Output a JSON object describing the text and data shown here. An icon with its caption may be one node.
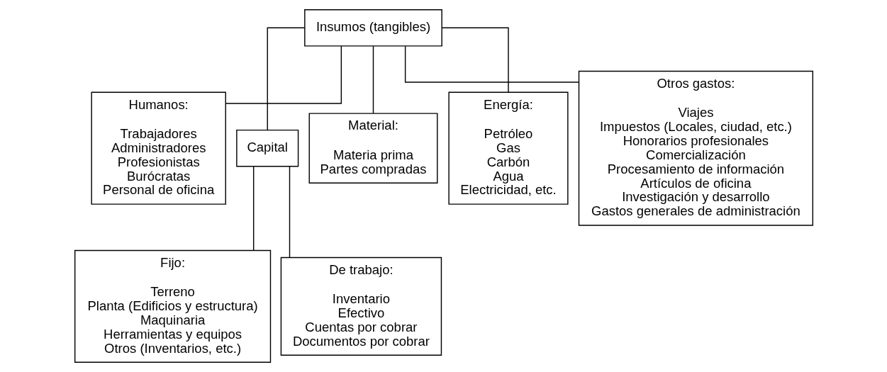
{
  "diagram": {
    "nodes": [
      {
        "text": [
          "Insumos (tangibles)"
        ]
      },
      {
        "text": [
          "Humanos:",
          "Trabajadores",
          "Administradores",
          "Profesionistas",
          "Burócratas",
          "Personal de oficina"
        ]
      },
      {
        "text": [
          "Capital"
        ]
      },
      {
        "text": [
          "Fijo:",
          "Terreno",
          "Planta (Edificios y estructura)",
          "Maquinaria",
          "Herramientas y equipos",
          "Otros (Inventarios, etc.)"
        ]
      },
      {
        "text": [
          "De trabajo:",
          "Inventario",
          "Efectivo",
          "Cuentas por cobrar",
          "Documentos por cobrar"
        ]
      },
      {
        "text": [
          "Material:",
          "Materia prima",
          "Partes compradas"
        ]
      },
      {
        "text": [
          "Energía:",
          "Petróleo",
          "Gas",
          "Carbón",
          "Agua",
          "Electricidad, etc."
        ]
      },
      {
        "text": [
          "Otros gastos:",
          "Viajes",
          "Impuestos (Locales, ciudad, etc.)",
          "Honorarios profesionales",
          "Comercialización",
          "Procesamiento de información",
          "Artículos de oficina",
          "Investigación y desarrollo",
          "Gastos generales de administración"
        ]
      }
    ],
    "edges": [
      {
        "from": 0,
        "to": 1,
        "arrow": "none"
      },
      {
        "from": 0,
        "to": 2,
        "arrow": "none"
      },
      {
        "from": 0,
        "to": 5,
        "arrow": "none"
      },
      {
        "from": 0,
        "to": 6,
        "arrow": "none"
      },
      {
        "from": 0,
        "to": 7,
        "arrow": "none"
      },
      {
        "from": 2,
        "to": 3,
        "arrow": "none"
      },
      {
        "from": 2,
        "to": 4,
        "arrow": "none"
      }
    ]
  }
}
